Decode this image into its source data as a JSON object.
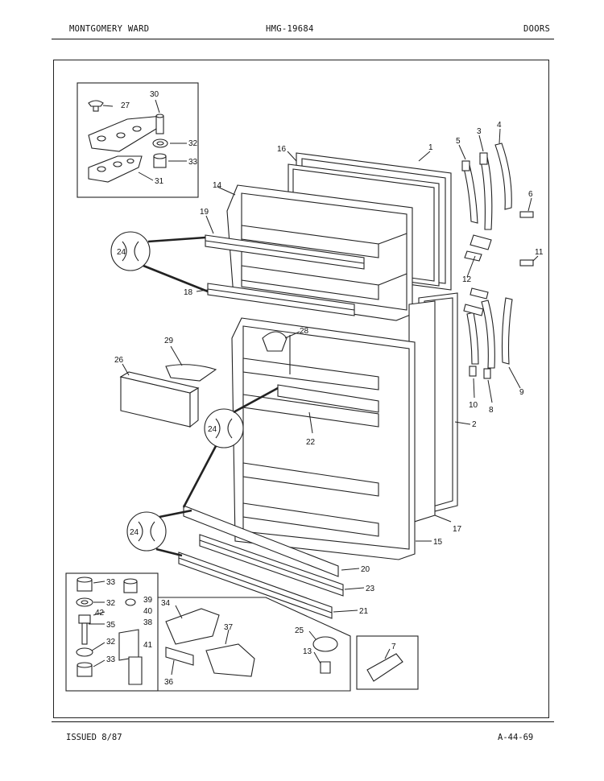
{
  "header": {
    "left": "MONTGOMERY WARD",
    "center": "HMG-19684",
    "right": "DOORS"
  },
  "footer": {
    "left": "ISSUED 8/87",
    "right": "A-44-69"
  },
  "callouts": [
    {
      "id": "c27",
      "label": "27"
    },
    {
      "id": "c30",
      "label": "30"
    },
    {
      "id": "c32a",
      "label": "32"
    },
    {
      "id": "c33a",
      "label": "33"
    },
    {
      "id": "c31",
      "label": "31"
    },
    {
      "id": "c16",
      "label": "16"
    },
    {
      "id": "c1",
      "label": "1"
    },
    {
      "id": "c5",
      "label": "5"
    },
    {
      "id": "c3",
      "label": "3"
    },
    {
      "id": "c4",
      "label": "4"
    },
    {
      "id": "c6",
      "label": "6"
    },
    {
      "id": "c14",
      "label": "14"
    },
    {
      "id": "c19",
      "label": "19"
    },
    {
      "id": "c24a",
      "label": "24"
    },
    {
      "id": "c11",
      "label": "11"
    },
    {
      "id": "c12",
      "label": "12"
    },
    {
      "id": "c18",
      "label": "18"
    },
    {
      "id": "c28",
      "label": "28"
    },
    {
      "id": "c29",
      "label": "29"
    },
    {
      "id": "c26",
      "label": "26"
    },
    {
      "id": "c9",
      "label": "9"
    },
    {
      "id": "c10",
      "label": "10"
    },
    {
      "id": "c8",
      "label": "8"
    },
    {
      "id": "c24b",
      "label": "24"
    },
    {
      "id": "c22",
      "label": "22"
    },
    {
      "id": "c2",
      "label": "2"
    },
    {
      "id": "c24c",
      "label": "24"
    },
    {
      "id": "c17",
      "label": "17"
    },
    {
      "id": "c15",
      "label": "15"
    },
    {
      "id": "c20",
      "label": "20"
    },
    {
      "id": "c23",
      "label": "23"
    },
    {
      "id": "c21",
      "label": "21"
    },
    {
      "id": "c33b",
      "label": "33"
    },
    {
      "id": "c39",
      "label": "39"
    },
    {
      "id": "c32b",
      "label": "32"
    },
    {
      "id": "c40",
      "label": "40"
    },
    {
      "id": "c42",
      "label": "42"
    },
    {
      "id": "c35",
      "label": "35"
    },
    {
      "id": "c38",
      "label": "38"
    },
    {
      "id": "c34",
      "label": "34"
    },
    {
      "id": "c37",
      "label": "37"
    },
    {
      "id": "c25",
      "label": "25"
    },
    {
      "id": "c7",
      "label": "7"
    },
    {
      "id": "c32c",
      "label": "32"
    },
    {
      "id": "c41",
      "label": "41"
    },
    {
      "id": "c13",
      "label": "13"
    },
    {
      "id": "c33c",
      "label": "33"
    },
    {
      "id": "c36",
      "label": "36"
    }
  ]
}
